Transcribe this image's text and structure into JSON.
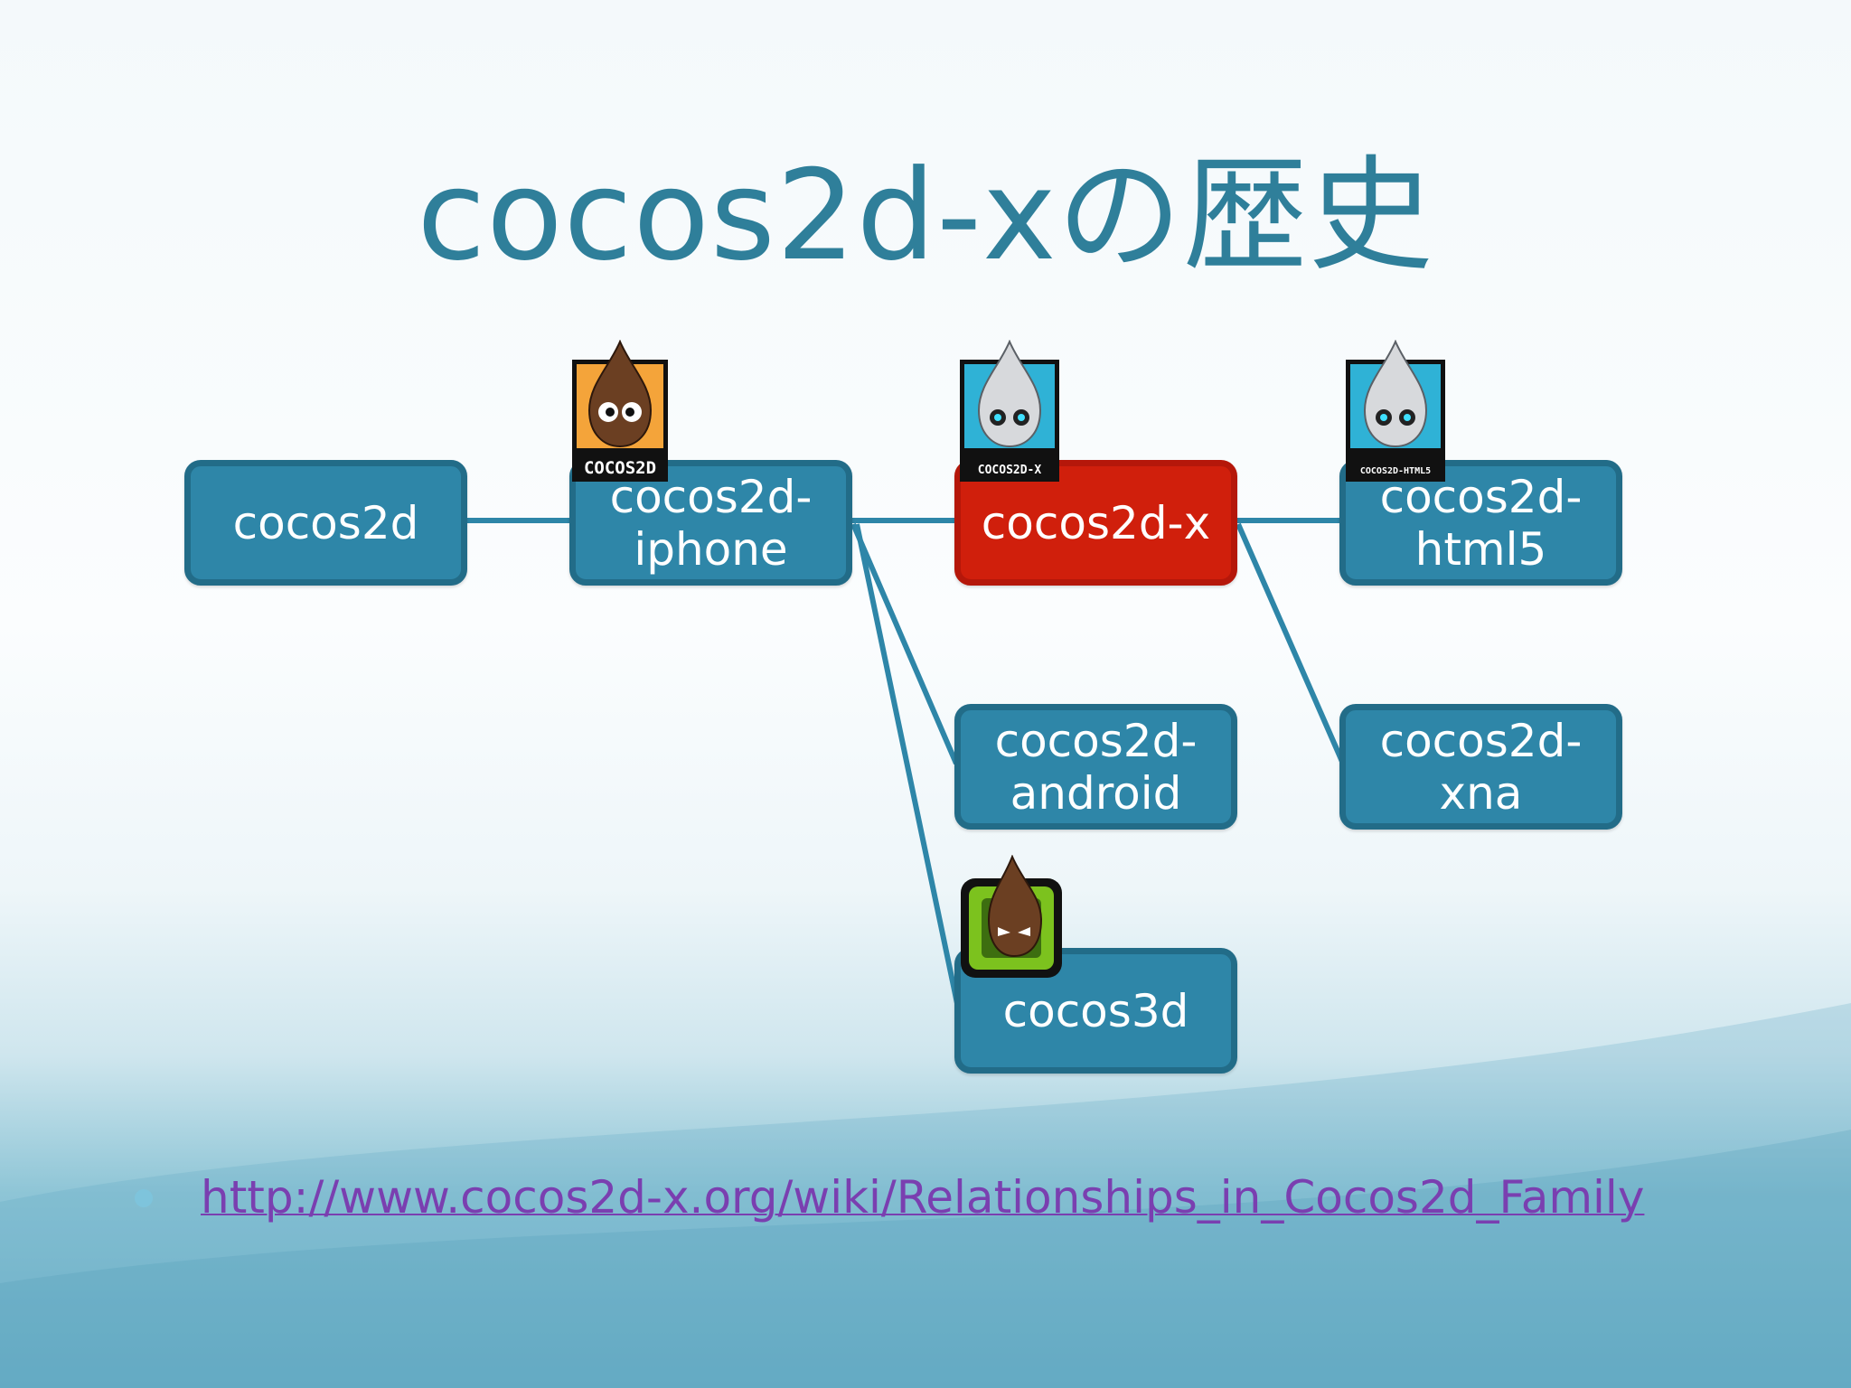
{
  "title": "cocos2d-xの歴史",
  "nodes": {
    "cocos2d": "cocos2d",
    "cocos2d_iphone": "cocos2d-\niphone",
    "cocos2d_x": "cocos2d-x",
    "cocos2d_html5": "cocos2d-\nhtml5",
    "cocos2d_android": "cocos2d-\nandroid",
    "cocos2d_xna": "cocos2d-\nxna",
    "cocos3d": "cocos3d"
  },
  "logos": {
    "iphone": "COCOS2D",
    "x": "COCOS2D-X",
    "html5": "COCOS2D-HTML5"
  },
  "link": {
    "text": "http://www.cocos2d-x.org/wiki/Relationships_in_Cocos2d_Family"
  },
  "colors": {
    "node": "#2e86a8",
    "node_highlight": "#d01f0c",
    "title": "#2f7f9a",
    "link": "#7a3fb0"
  }
}
